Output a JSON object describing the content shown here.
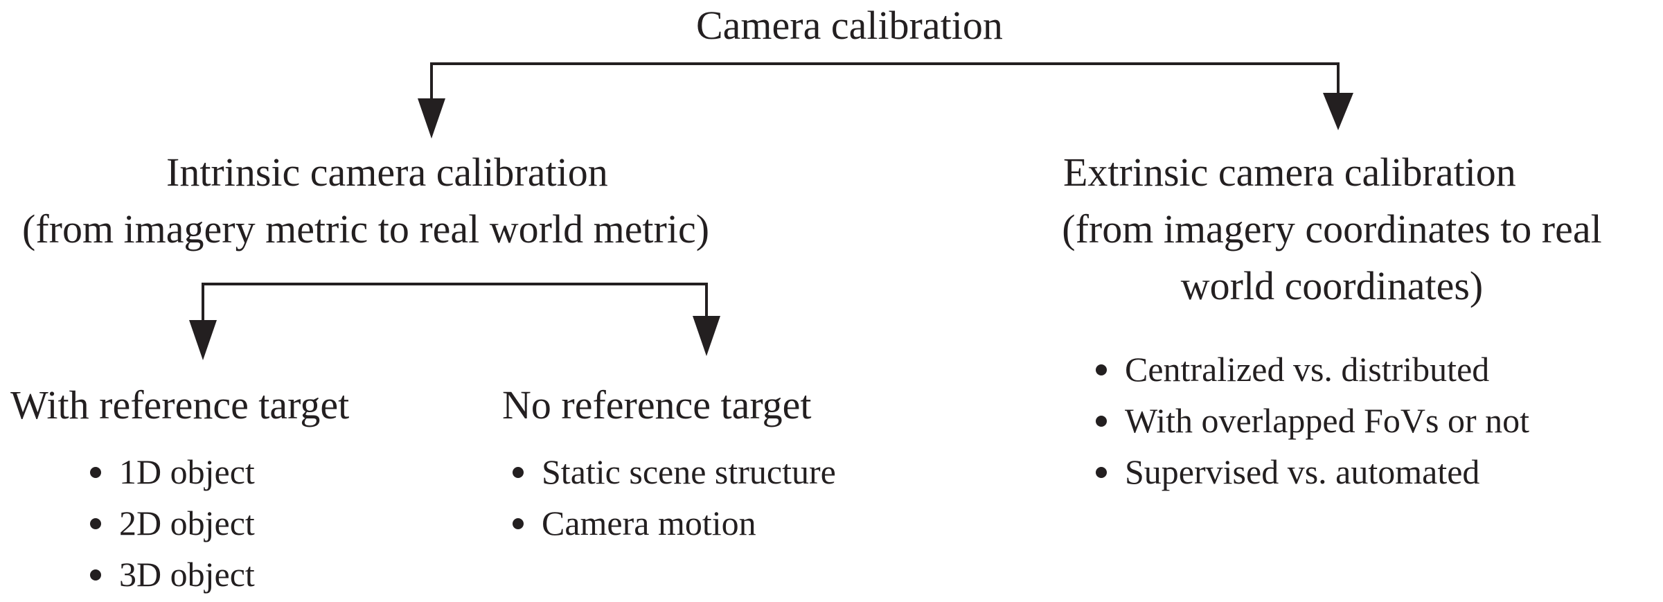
{
  "root": {
    "label": "Camera calibration"
  },
  "intrinsic": {
    "title": "Intrinsic camera calibration",
    "subtitle": "(from imagery metric to real world metric)",
    "with_target": {
      "label": "With reference target",
      "items": [
        "1D object",
        "2D object",
        "3D object"
      ]
    },
    "no_target": {
      "label": "No reference target",
      "items": [
        "Static scene structure",
        "Camera motion"
      ]
    }
  },
  "extrinsic": {
    "title": "Extrinsic camera calibration",
    "subtitle_line1": "(from imagery coordinates to real",
    "subtitle_line2": "world coordinates)",
    "items": [
      "Centralized vs. distributed",
      "With overlapped FoVs or not",
      "Supervised vs. automated"
    ]
  }
}
